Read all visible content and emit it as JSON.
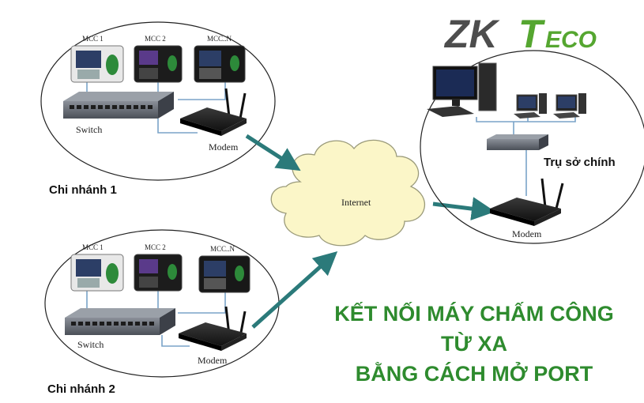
{
  "logo": {
    "brand": "ZKTeco",
    "colors": {
      "zk": "#4d4d4d",
      "teco": "#55a630"
    }
  },
  "branch1": {
    "label": "Chi nhánh 1",
    "devices": [
      "MCC 1",
      "MCC 2",
      "MCC..N"
    ],
    "switch_label": "Switch",
    "modem_label": "Modem"
  },
  "branch2": {
    "label": "Chi nhánh 2",
    "devices": [
      "MCC 1",
      "MCC 2",
      "MCC..N"
    ],
    "switch_label": "Switch",
    "modem_label": "Modem"
  },
  "internet": {
    "label": "Internet"
  },
  "hq": {
    "label": "Trụ sở chính",
    "modem_label": "Modem"
  },
  "title": {
    "lines": [
      "KẾT NỐI MÁY CHẤM CÔNG",
      "TỪ XA",
      "BẰNG CÁCH MỞ PORT"
    ],
    "color": "#2e8b2e"
  },
  "colors": {
    "arrow": "#2b7a7a",
    "cloud": "#fbf6c8",
    "cloud_stroke": "#9a9a7a",
    "wire": "#7aa3c8"
  }
}
